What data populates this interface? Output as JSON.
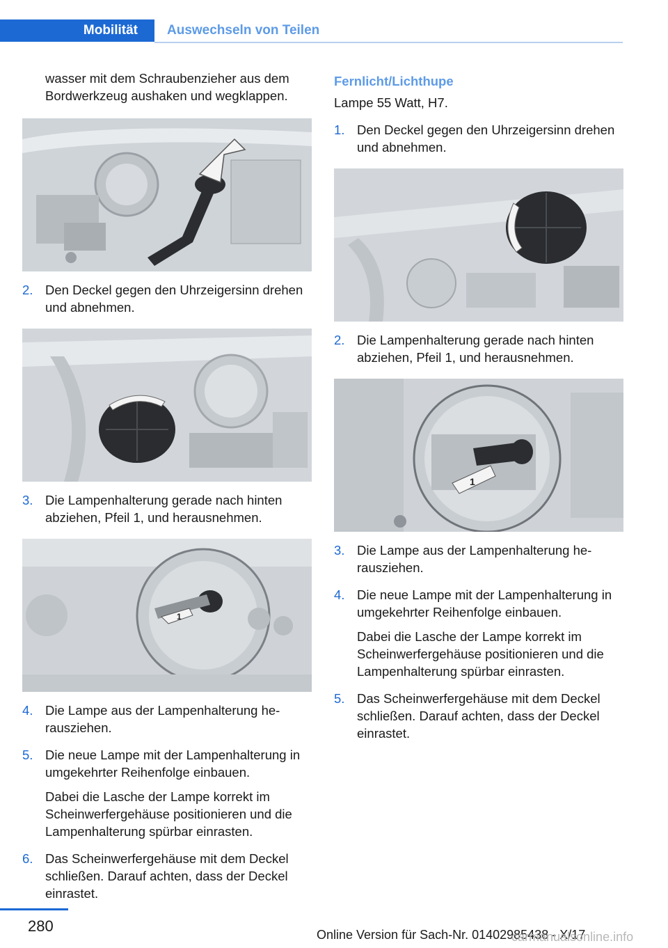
{
  "header": {
    "section": "Mobilität",
    "subsection": "Auswechseln von Teilen"
  },
  "left": {
    "intro": "wasser mit dem Schraubenzieher aus dem Bordwerkzeug aushaken und wegklappen.",
    "steps": [
      {
        "num": "2.",
        "text": "Den Deckel gegen den Uhrzeigersinn dre­hen und abnehmen."
      },
      {
        "num": "3.",
        "text": "Die Lampenhalterung gerade nach hinten abziehen, Pfeil 1, und herausnehmen."
      },
      {
        "num": "4.",
        "text": "Die Lampe aus der Lampenhalterung he­rausziehen."
      },
      {
        "num": "5.",
        "text": "Die neue Lampe mit der Lampenhalterung in umgekehrter Reihenfolge einbauen.",
        "sub": "Dabei die Lasche der Lampe korrekt im Scheinwerfergehäuse positionieren und die Lampenhalterung spürbar einrasten."
      },
      {
        "num": "6.",
        "text": "Das Scheinwerfergehäuse mit dem Deckel schließen. Darauf achten, dass der Deckel einrastet."
      }
    ],
    "fig3_label": "1"
  },
  "right": {
    "heading": "Fernlicht/Lichthupe",
    "lamp": "Lampe 55 Watt, H7.",
    "steps": [
      {
        "num": "1.",
        "text": "Den Deckel gegen den Uhrzeigersinn dre­hen und abnehmen."
      },
      {
        "num": "2.",
        "text": "Die Lampenhalterung gerade nach hinten abziehen, Pfeil 1, und herausnehmen."
      },
      {
        "num": "3.",
        "text": "Die Lampe aus der Lampenhalterung he­rausziehen."
      },
      {
        "num": "4.",
        "text": "Die neue Lampe mit der Lampenhalterung in umgekehrter Reihenfolge einbauen.",
        "sub": "Dabei die Lasche der Lampe korrekt im Scheinwerfergehäuse positionieren und die Lampenhalterung spürbar einrasten."
      },
      {
        "num": "5.",
        "text": "Das Scheinwerfergehäuse mit dem Deckel schließen. Darauf achten, dass der Deckel einrastet."
      }
    ],
    "fig2_label": "1"
  },
  "footer": {
    "page": "280",
    "online": "Online Version für Sach-Nr. 01402985438 - X/17",
    "watermark": "carmanualsonline.info"
  },
  "colors": {
    "accent": "#1c69d4",
    "accent_light": "#5d9be6"
  }
}
